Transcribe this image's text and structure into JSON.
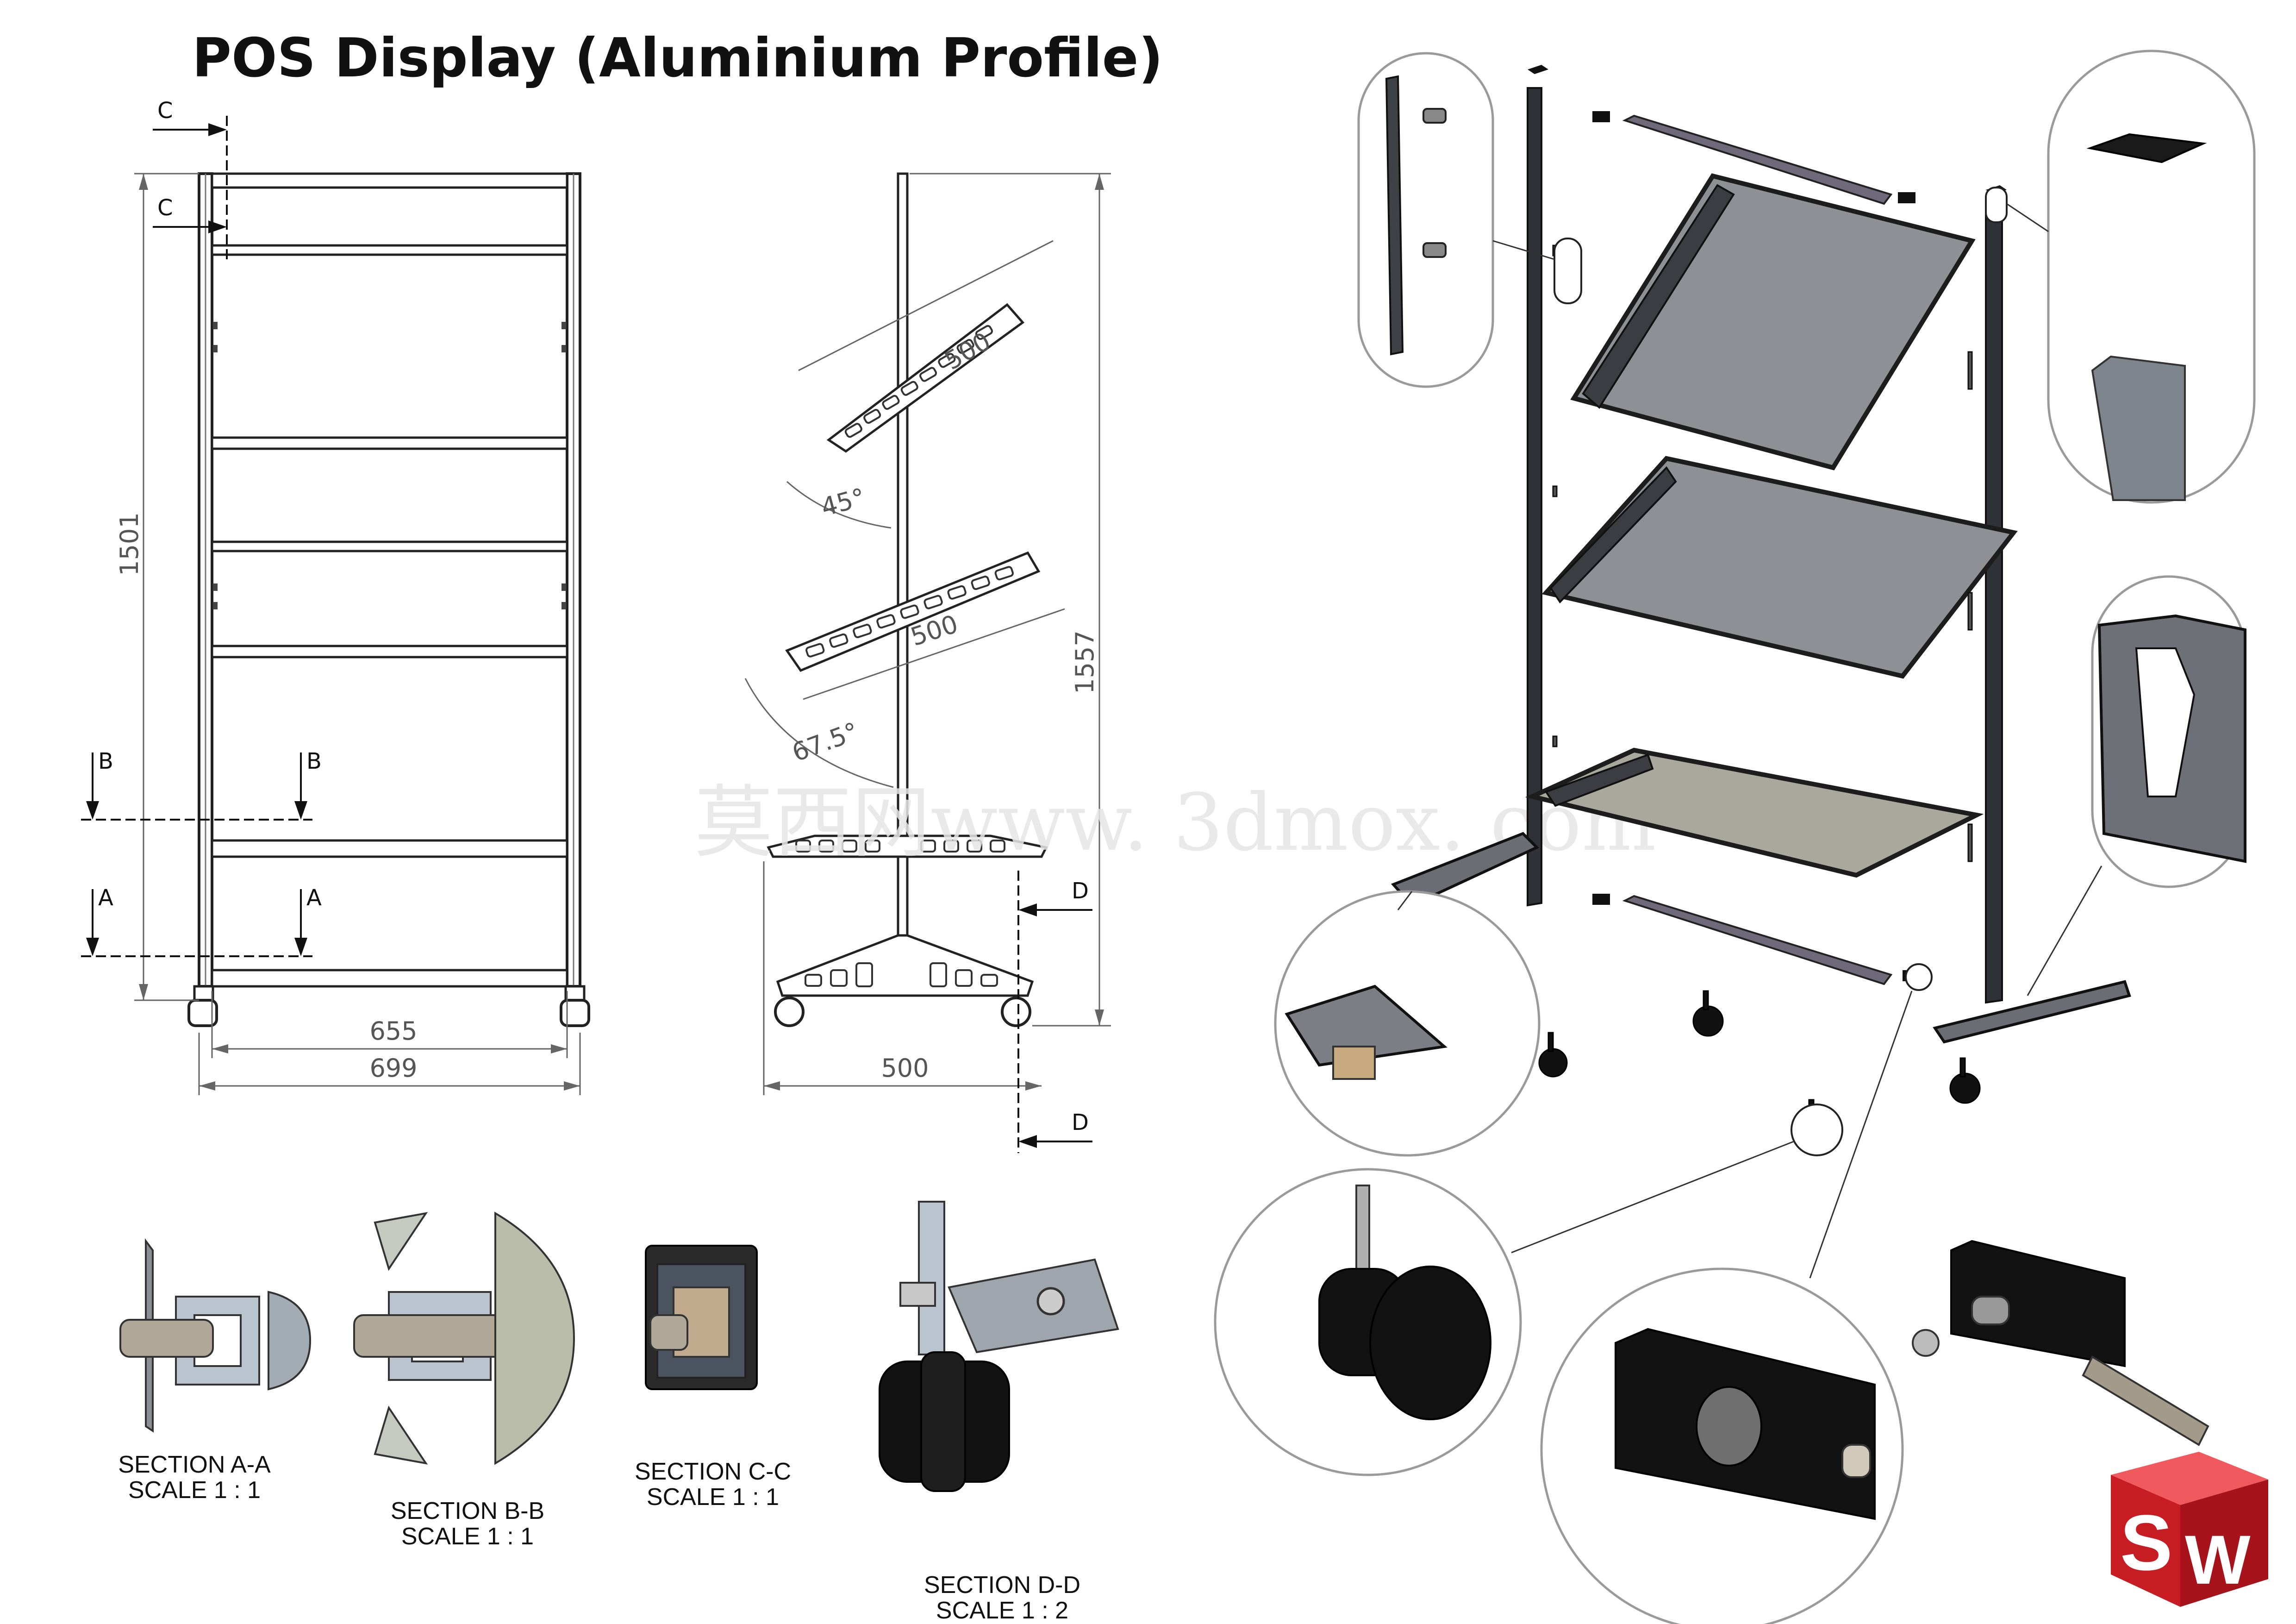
{
  "title": "POS Display (Aluminium Profile)",
  "front_view": {
    "dim_height": "1501",
    "dim_inner_width": "655",
    "dim_outer_width": "699",
    "markers": {
      "c1": "C",
      "c2": "C",
      "b_left": "B",
      "b_right": "B",
      "a_left": "A",
      "a_right": "A"
    }
  },
  "side_view": {
    "dim_top_shelf": "500",
    "dim_mid_shelf": "500",
    "angle_top": "45°",
    "angle_mid": "67.5°",
    "dim_total_height": "1557",
    "dim_base": "500",
    "markers": {
      "d_top": "D",
      "d_bottom": "D"
    }
  },
  "sections": [
    {
      "line1": "SECTION A-A",
      "line2": "SCALE 1 : 1"
    },
    {
      "line1": "SECTION B-B",
      "line2": "SCALE 1 : 1"
    },
    {
      "line1": "SECTION C-C",
      "line2": "SCALE 1 : 1"
    },
    {
      "line1": "SECTION D-D",
      "line2": "SCALE 1 : 2"
    }
  ],
  "watermark": "莫西网www. 3dmox. com",
  "logo": {
    "letter_s": "S",
    "letter_w": "W",
    "color": "#d8232a"
  }
}
